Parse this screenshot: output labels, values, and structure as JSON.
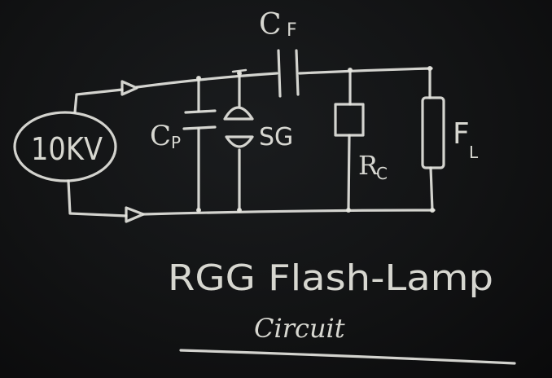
{
  "diagram": {
    "source_label": "10KV",
    "labels": {
      "feedback_capacitor": "C",
      "feedback_capacitor_sub": "F",
      "parallel_capacitor": "C",
      "parallel_capacitor_sub": "P",
      "spark_gap": "SG",
      "resistor": "R",
      "resistor_sub": "C",
      "flash_lamp": "F",
      "flash_lamp_sub": "L"
    },
    "title": "RGG Flash-Lamp",
    "subtitle": "Circuit"
  }
}
